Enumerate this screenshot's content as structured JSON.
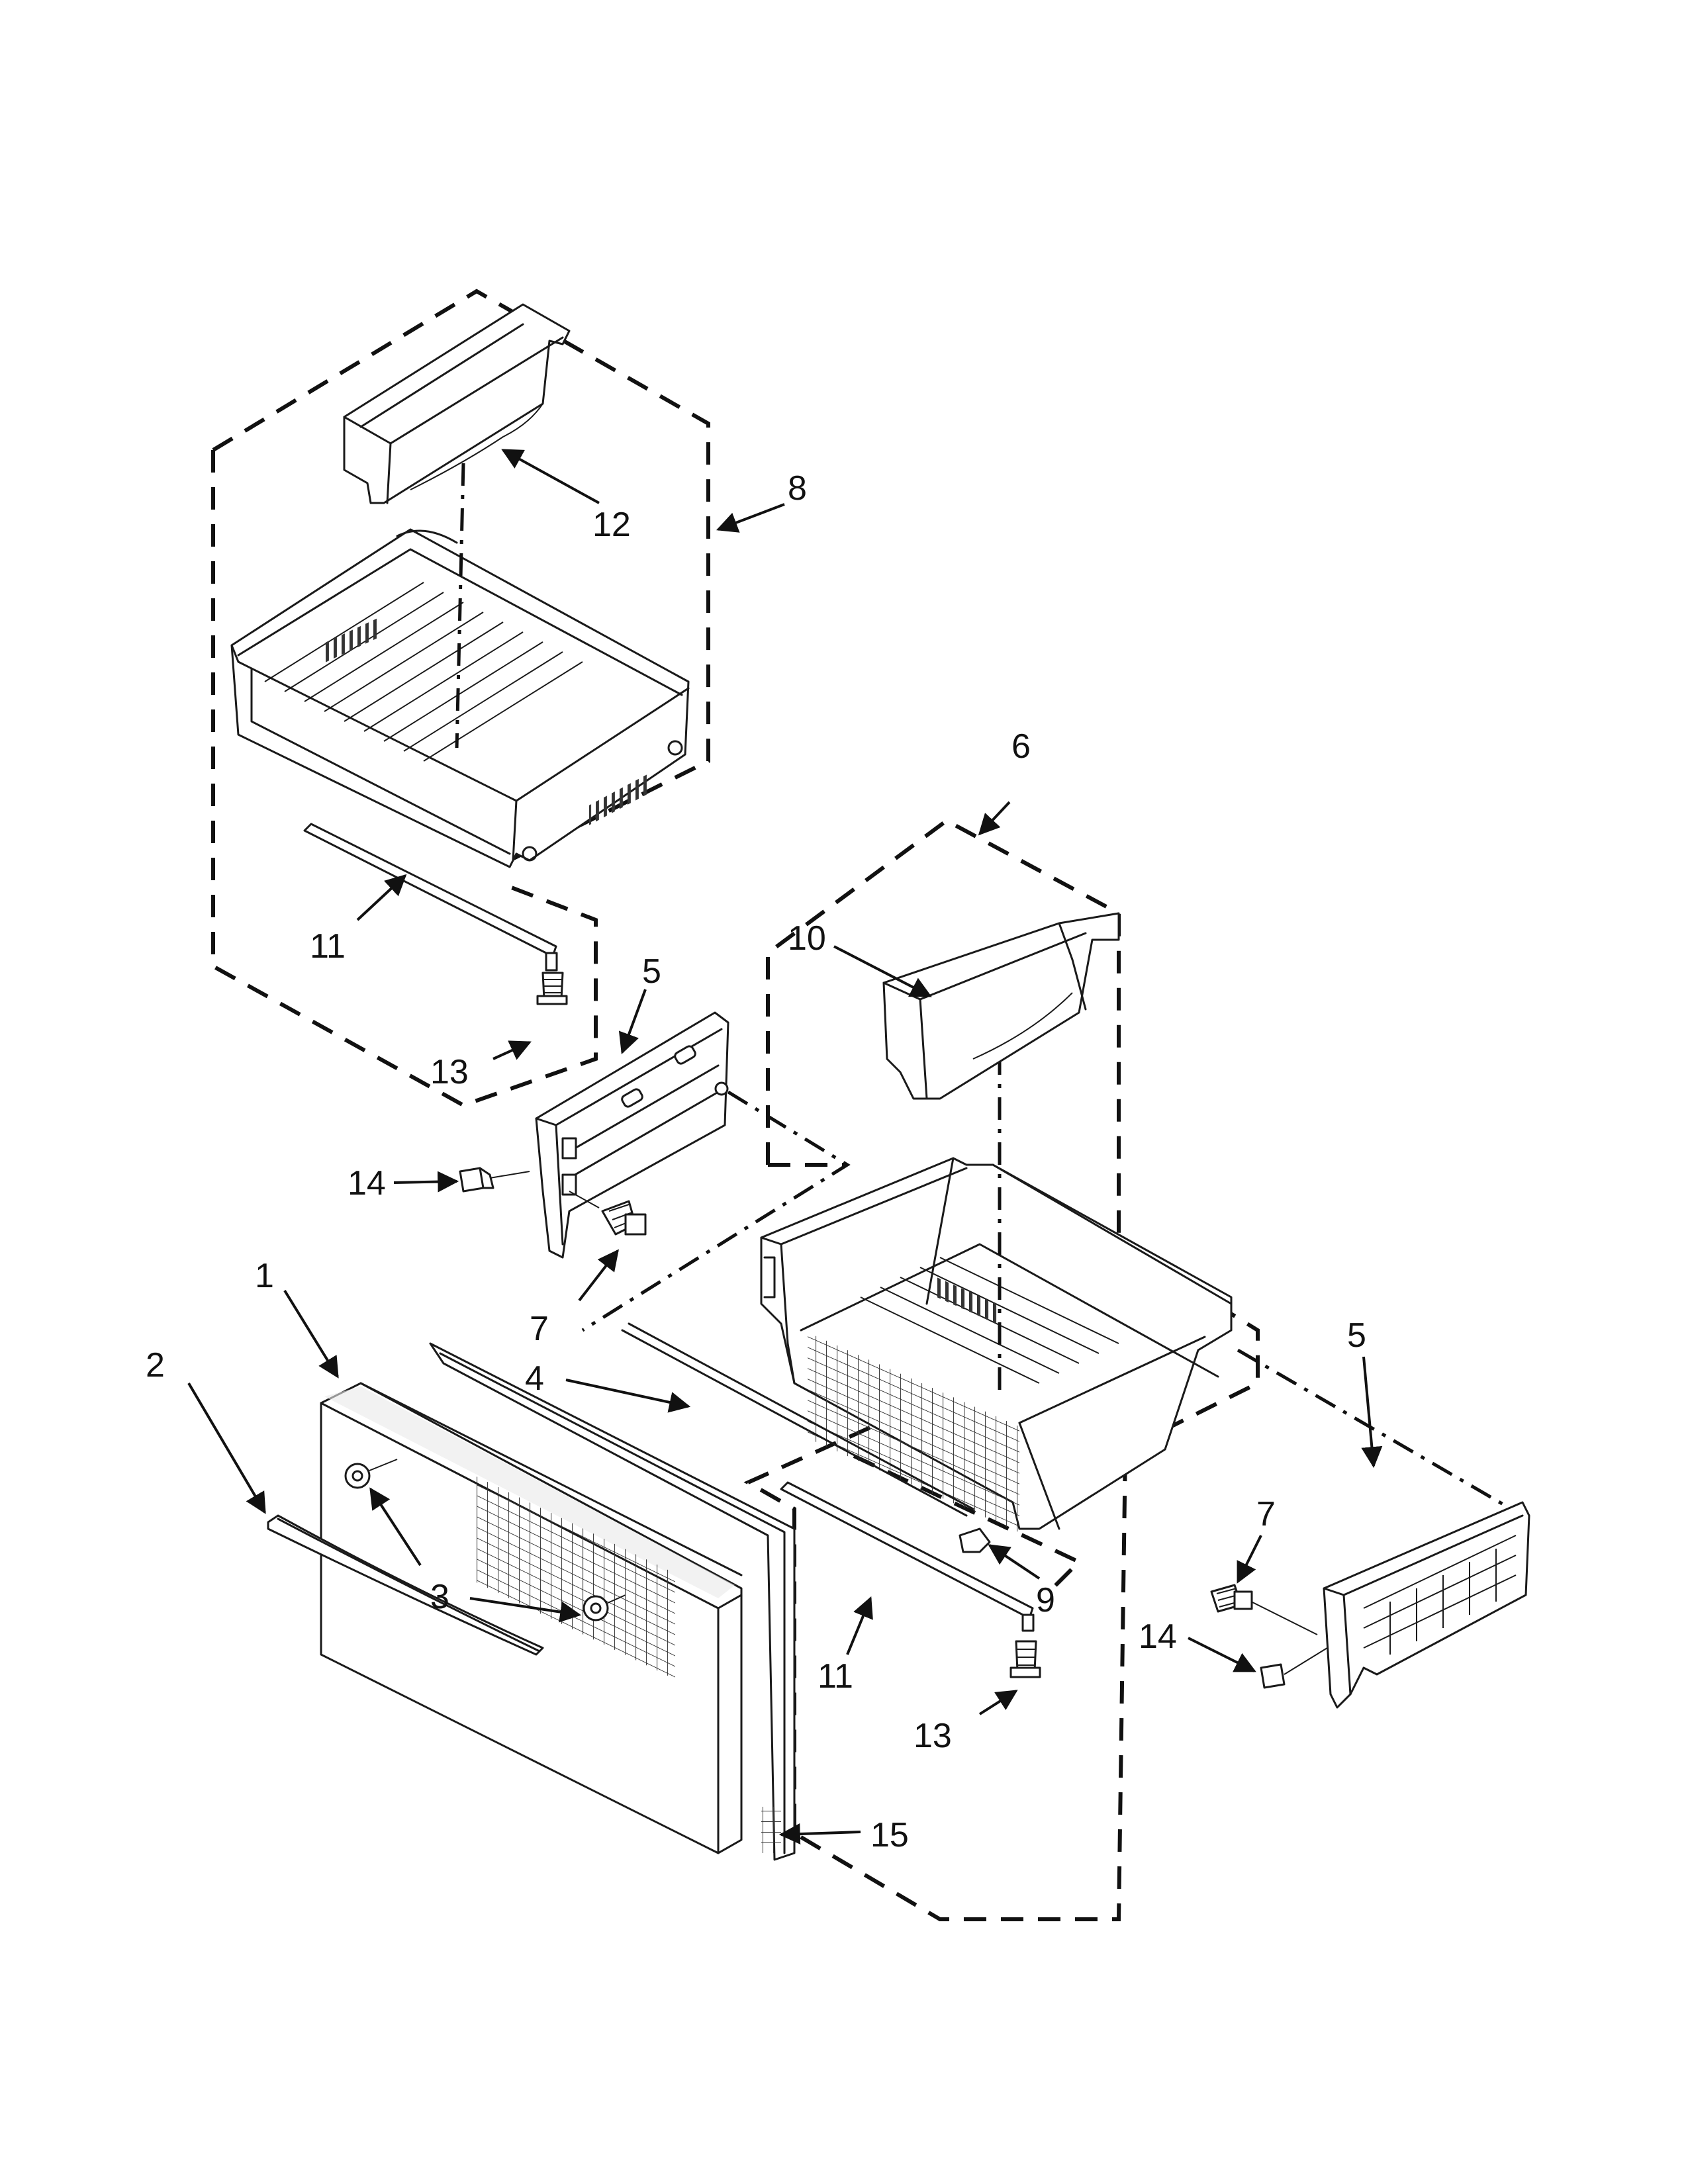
{
  "callouts": {
    "c1": "1",
    "c2": "2",
    "c3": "3",
    "c4": "4",
    "c5a": "5",
    "c5b": "5",
    "c6": "6",
    "c7a": "7",
    "c7b": "7",
    "c8": "8",
    "c9": "9",
    "c10": "10",
    "c11a": "11",
    "c11b": "11",
    "c12": "12",
    "c13a": "13",
    "c13b": "13",
    "c14a": "14",
    "c14b": "14",
    "c15": "15"
  }
}
